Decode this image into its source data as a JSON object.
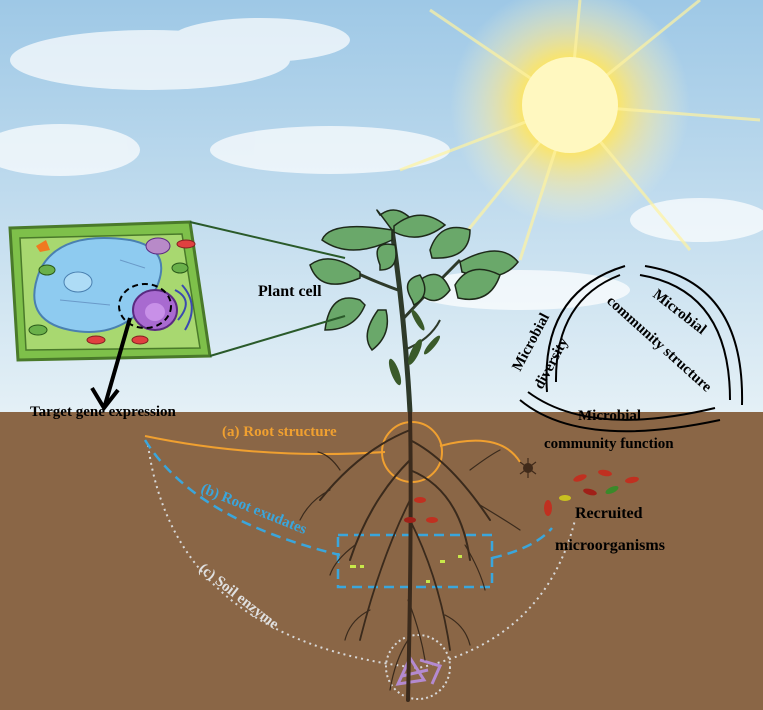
{
  "labels": {
    "plant_cell": "Plant cell",
    "target_gene": "Target gene expression",
    "root_structure": "(a) Root structure",
    "root_exudates": "(b) Root exudates",
    "soil_enzyme": "(c) Soil enzyme",
    "recruited_line1": "Recruited",
    "recruited_line2": "microorganisms",
    "diversity_line1": "Microbial",
    "diversity_line2": "diversity",
    "structure_line1": "Microbial",
    "structure_line2": "community structure",
    "function_line1": "Microbial",
    "function_line2": "community function"
  },
  "colors": {
    "sky_top": "#9ec8e6",
    "sky_bottom": "#e4f0f6",
    "soil": "#8a6646",
    "root_structure": "#f0a030",
    "root_exudates": "#3aa6dc",
    "soil_enzyme": "#d8d8d8",
    "cell_wall": "#7ec04a",
    "vacuole": "#8ecbf0",
    "nucleus": "#a86ad0",
    "leaf": "#6aa86a",
    "root": "#3a2a1c"
  },
  "icons": [
    "sun-icon",
    "plant-icon",
    "plant-cell-icon",
    "microbe-icons",
    "enzyme-icon"
  ]
}
